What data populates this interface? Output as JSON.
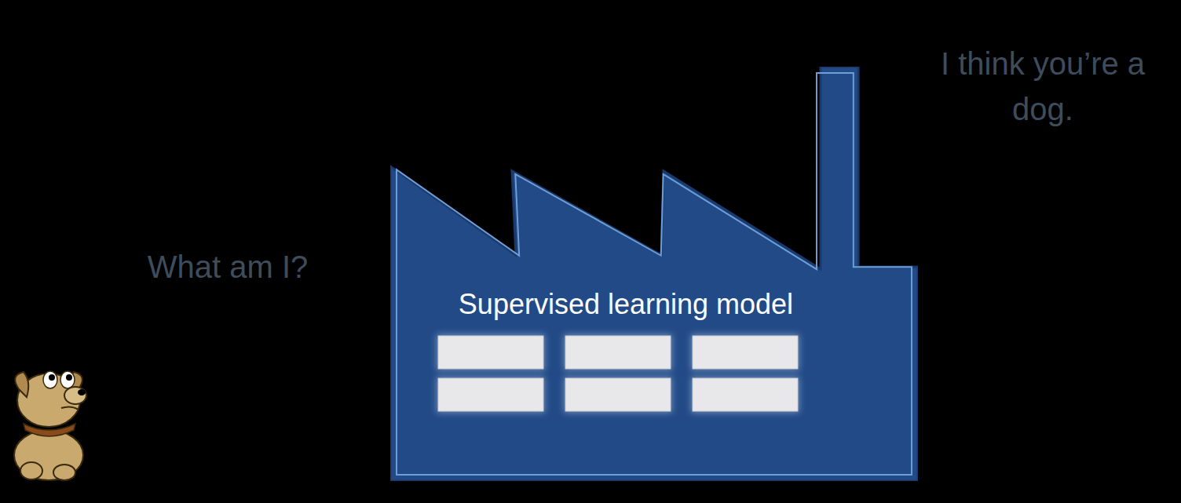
{
  "diagram": {
    "nodes": [
      {
        "text": [
          "Supervised learning model"
        ]
      }
    ],
    "labels": [
      "What am I?",
      "I think you’re a dog."
    ]
  }
}
